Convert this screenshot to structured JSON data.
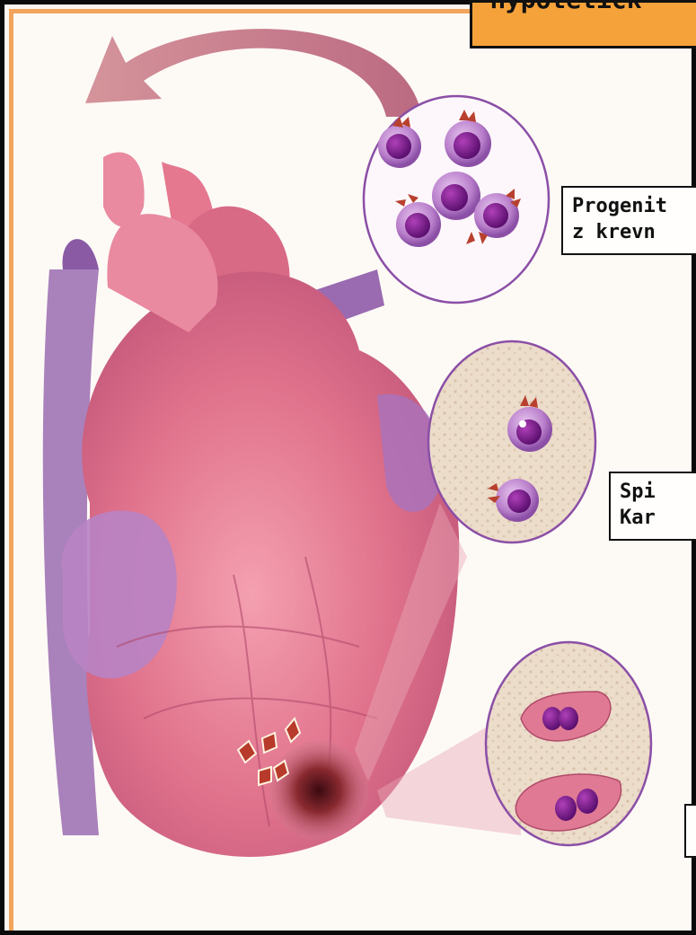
{
  "title": "Hypotetick",
  "labels": {
    "progenitor": {
      "line1": "Progenit",
      "line2": "z krevn"
    },
    "spi": {
      "line1": "Spi",
      "line2": "Kar"
    },
    "bottom": {
      "line1": ""
    }
  },
  "colors": {
    "frame": "#0a0a0a",
    "accent_orange": "#f6a23a",
    "heart_pink": "#e2708a",
    "vessel_purple": "#9a6bb0",
    "cell_purple": "#7a1f8a",
    "tissue_beige": "#efe1cf"
  },
  "icons": [
    "curved-arrow-icon",
    "progenitor-cell-icon",
    "cardiomyocyte-cell-icon",
    "injury-site-icon"
  ]
}
